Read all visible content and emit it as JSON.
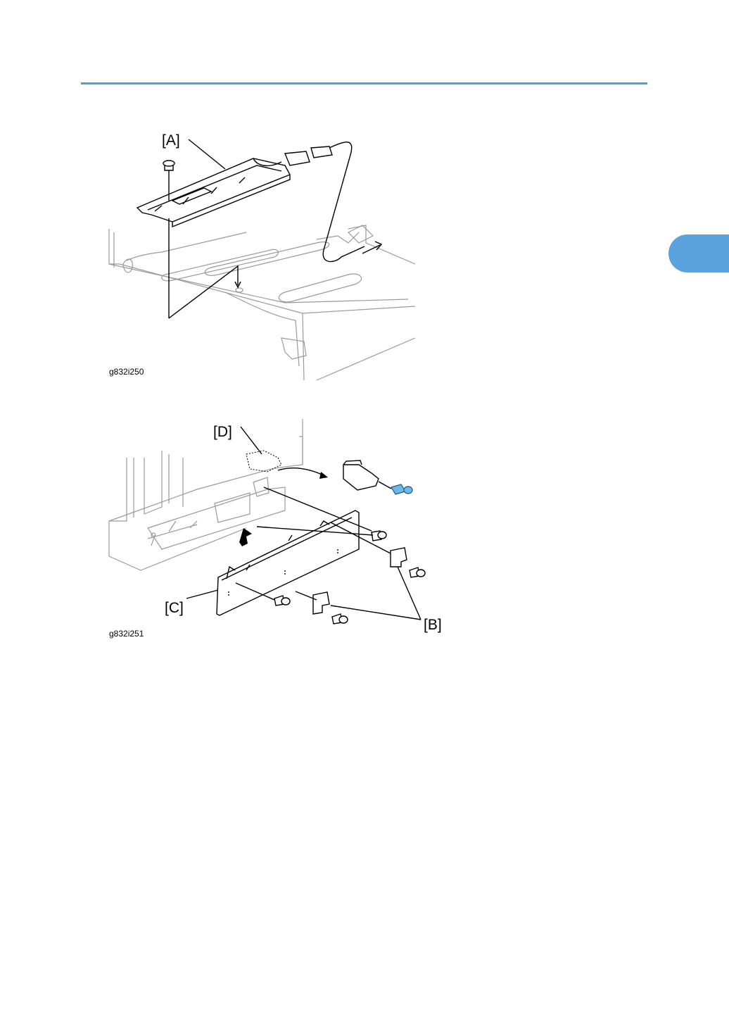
{
  "figures": [
    {
      "id": "g832i250",
      "callouts": {
        "a": "[A]"
      }
    },
    {
      "id": "g832i251",
      "callouts": {
        "b": "[B]",
        "c": "[C]",
        "d": "[D]"
      }
    }
  ],
  "colors": {
    "header_rule": "#4a9fd8",
    "chapter_tab": "#5aa2dd",
    "screw_highlight": "#6cb8e6"
  }
}
